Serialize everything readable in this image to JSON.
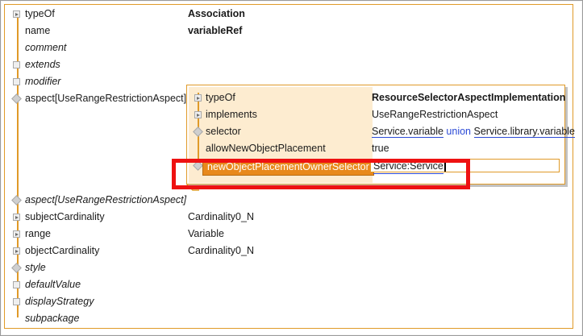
{
  "editor": {
    "name": "structure-concept-editor",
    "accent_orange": "#e09a28",
    "highlight_orange": "#e8891c",
    "annotation_red": "#ee1111",
    "label_col_bg": "#fdecd0",
    "link_blue": "#2b4ad6"
  },
  "root": {
    "rows": [
      {
        "label": "typeOf",
        "value": "Association",
        "glyph": "square-arrow",
        "label_style": "normal",
        "value_style": "bold"
      },
      {
        "label": "name",
        "value": "variableRef",
        "glyph": "none",
        "label_style": "normal",
        "value_style": "bold"
      },
      {
        "label": "comment",
        "value": "",
        "glyph": "none",
        "label_style": "italic",
        "value_style": "normal"
      },
      {
        "label": "extends",
        "value": "",
        "glyph": "square",
        "label_style": "italic",
        "value_style": "normal"
      },
      {
        "label": "modifier",
        "value": "",
        "glyph": "square",
        "label_style": "italic",
        "value_style": "normal"
      },
      {
        "label": "aspect[UseRangeRestrictionAspect]",
        "value": "",
        "glyph": "diamond",
        "label_style": "normal",
        "value_style": "normal"
      },
      {
        "label": "",
        "value": "",
        "glyph": "none",
        "label_style": "normal",
        "value_style": "normal"
      },
      {
        "label": "",
        "value": "",
        "glyph": "none",
        "label_style": "normal",
        "value_style": "normal"
      },
      {
        "label": "",
        "value": "",
        "glyph": "none",
        "label_style": "normal",
        "value_style": "normal"
      },
      {
        "label": "",
        "value": "",
        "glyph": "none",
        "label_style": "normal",
        "value_style": "normal"
      },
      {
        "label": "",
        "value": "",
        "glyph": "none",
        "label_style": "normal",
        "value_style": "normal"
      },
      {
        "label": "aspect[UseRangeRestrictionAspect]",
        "value": "",
        "glyph": "diamond",
        "label_style": "italic",
        "value_style": "normal"
      },
      {
        "label": "subjectCardinality",
        "value": "Cardinality0_N",
        "glyph": "square-arrow",
        "label_style": "normal",
        "value_style": "normal"
      },
      {
        "label": "range",
        "value": "Variable",
        "glyph": "square-arrow",
        "label_style": "normal",
        "value_style": "normal"
      },
      {
        "label": "objectCardinality",
        "value": "Cardinality0_N",
        "glyph": "square-arrow",
        "label_style": "normal",
        "value_style": "normal"
      },
      {
        "label": "style",
        "value": "",
        "glyph": "diamond",
        "label_style": "italic",
        "value_style": "normal"
      },
      {
        "label": "defaultValue",
        "value": "",
        "glyph": "square",
        "label_style": "italic",
        "value_style": "normal"
      },
      {
        "label": "displayStrategy",
        "value": "",
        "glyph": "square",
        "label_style": "italic",
        "value_style": "normal"
      },
      {
        "label": "subpackage",
        "value": "",
        "glyph": "none",
        "label_style": "italic",
        "value_style": "normal"
      }
    ]
  },
  "aspect_popup": {
    "rows": [
      {
        "label": "typeOf",
        "glyph": "square-arrow",
        "value_plain": "ResourceSelectorAspectImplementation",
        "value_style": "bold"
      },
      {
        "label": "implements",
        "glyph": "square-arrow",
        "value_plain": "UseRangeRestrictionAspect",
        "value_style": "normal"
      },
      {
        "label": "selector",
        "glyph": "diamond",
        "value_style": "reference-expression",
        "value_parts": [
          {
            "text": "Service.variable",
            "kind": "reference"
          },
          {
            "text": "union",
            "kind": "keyword"
          },
          {
            "text": "Service.library.variable",
            "kind": "reference"
          }
        ]
      },
      {
        "label": "allowNewObjectPlacement",
        "glyph": "none",
        "value_plain": "true",
        "value_style": "normal"
      }
    ],
    "selected_row": {
      "label": "newObjectPlacementOwnerSelector",
      "glyph": "diamond",
      "field_value": "Service:Service",
      "field_caret_visible": true
    }
  },
  "annotation": {
    "name": "red-highlight-rectangle",
    "color": "#ee1111",
    "targets": "newObjectPlacementOwnerSelector row"
  }
}
